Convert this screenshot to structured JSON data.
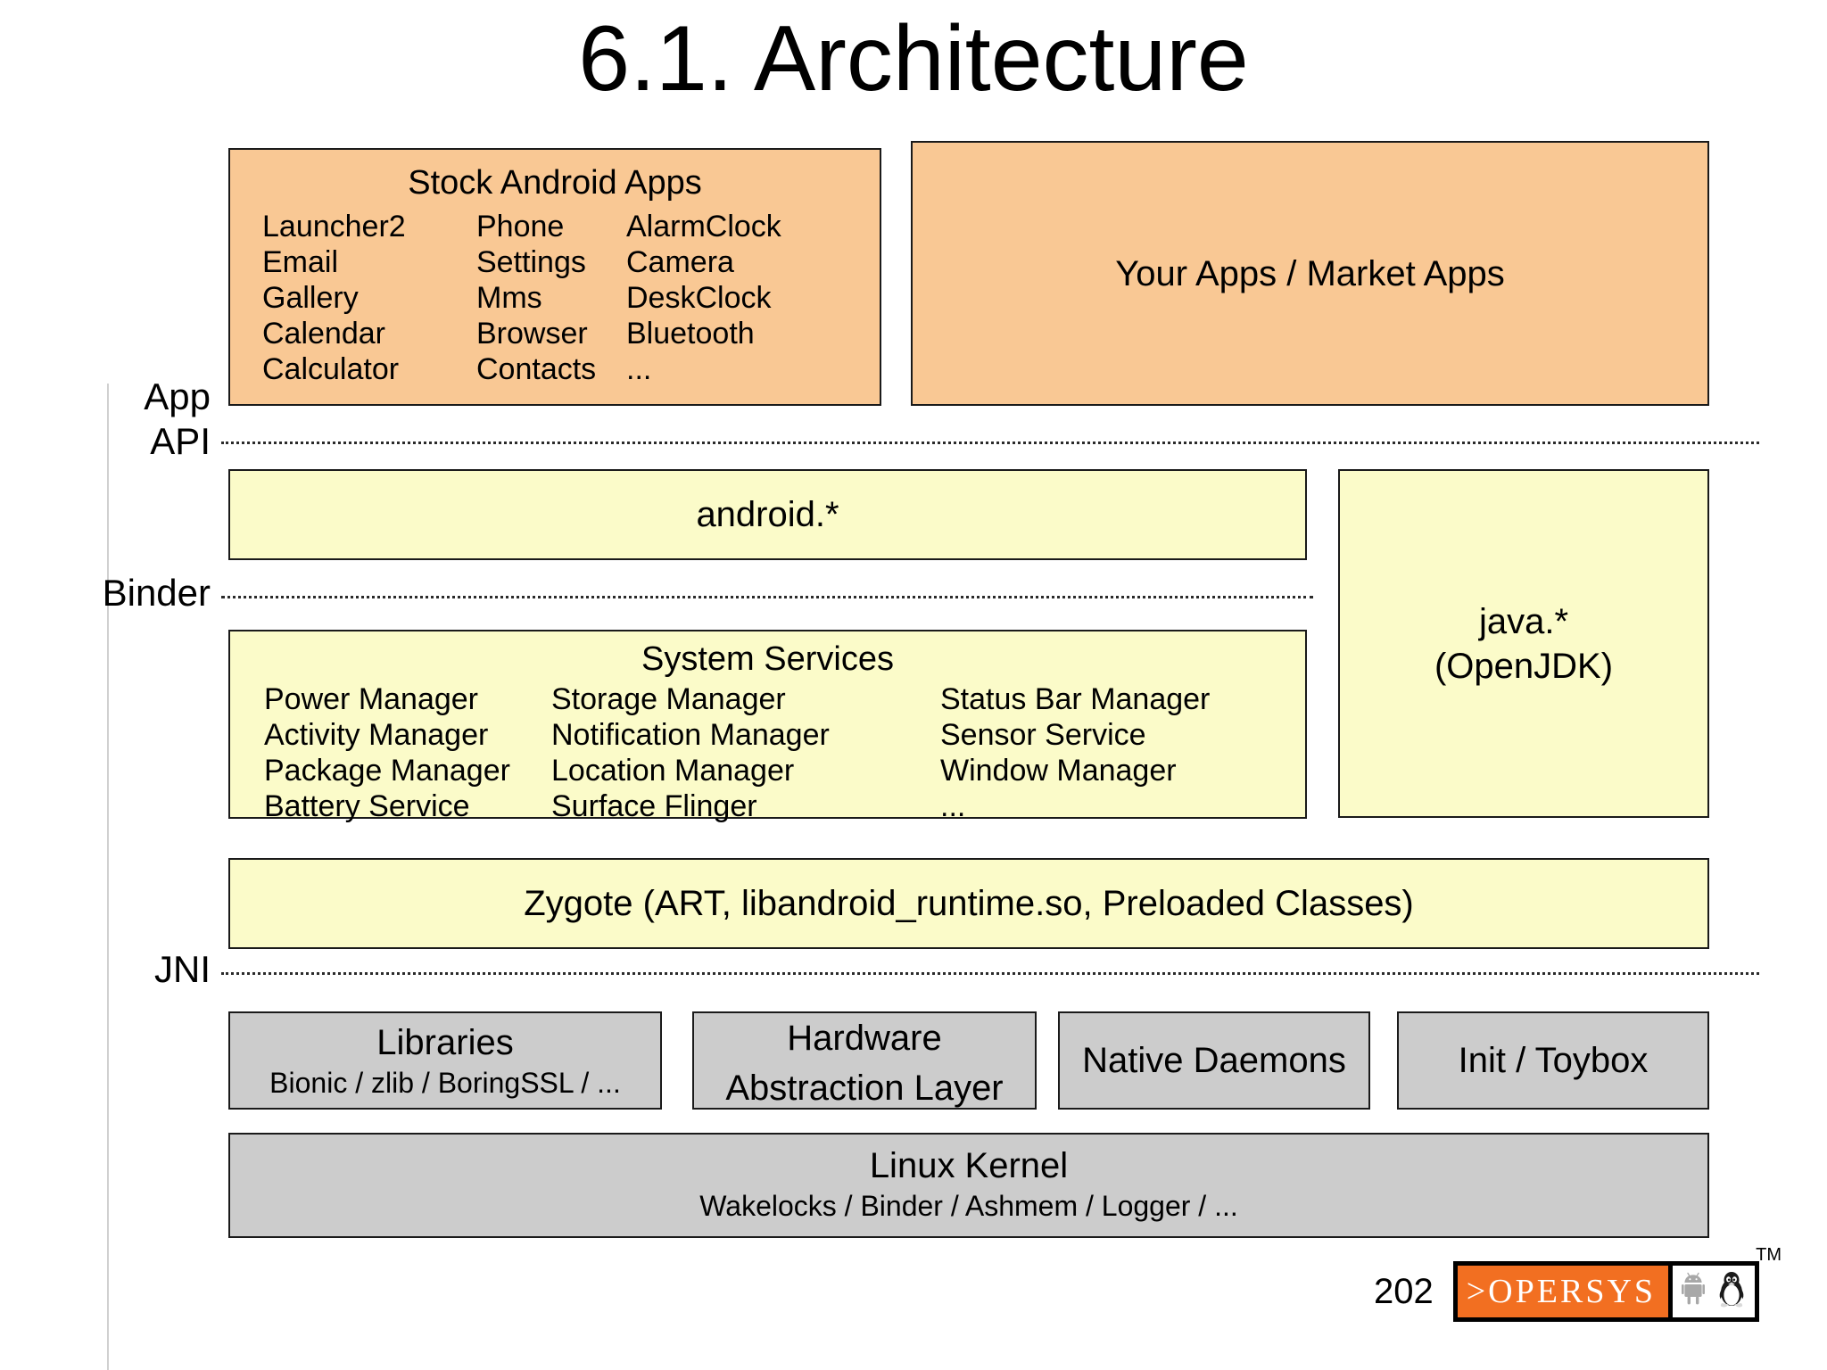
{
  "slide": {
    "title": "6.1. Architecture",
    "page_number": "202"
  },
  "layers": {
    "app_api": "App\nAPI",
    "app_api_line1": "App",
    "app_api_line2": "API",
    "binder": "Binder",
    "jni": "JNI"
  },
  "boxes": {
    "stock_apps": {
      "title": "Stock Android Apps",
      "columns": [
        [
          "Launcher2",
          "Email",
          "Gallery",
          "Calendar",
          "Calculator"
        ],
        [
          "Phone",
          "Settings",
          "Mms",
          "Browser",
          "Contacts"
        ],
        [
          "AlarmClock",
          "Camera",
          "DeskClock",
          "Bluetooth",
          "..."
        ]
      ]
    },
    "market_apps": {
      "title": "Your Apps / Market Apps"
    },
    "android_api": {
      "title": "android.*"
    },
    "java": {
      "title": "java.*",
      "subtitle": "(OpenJDK)"
    },
    "system_services": {
      "title": "System Services",
      "columns": [
        [
          "Power Manager",
          "Activity Manager",
          "Package Manager",
          "Battery Service"
        ],
        [
          "Storage Manager",
          "Notification Manager",
          "Location Manager",
          "Surface Flinger"
        ],
        [
          "Status Bar Manager",
          "Sensor Service",
          "Window Manager",
          "..."
        ]
      ]
    },
    "zygote": {
      "title": "Zygote (ART, libandroid_runtime.so, Preloaded Classes)"
    },
    "libraries": {
      "title": "Libraries",
      "subtitle": "Bionic / zlib / BoringSSL / ..."
    },
    "hal": {
      "title_line1": "Hardware",
      "title_line2": "Abstraction Layer"
    },
    "native_daemons": {
      "title": "Native Daemons"
    },
    "init_toybox": {
      "title": "Init / Toybox"
    },
    "linux_kernel": {
      "title": "Linux Kernel",
      "subtitle": "Wakelocks / Binder / Ashmem / Logger / ..."
    }
  },
  "logo": {
    "wordmark": ">OPERSYS",
    "trademark": "TM"
  },
  "colors": {
    "apps_layer": "#f9c894",
    "java_layer": "#fbfbc9",
    "native_layer": "#cccccc",
    "logo_orange": "#f26f21",
    "border": "#1a1a1a"
  }
}
